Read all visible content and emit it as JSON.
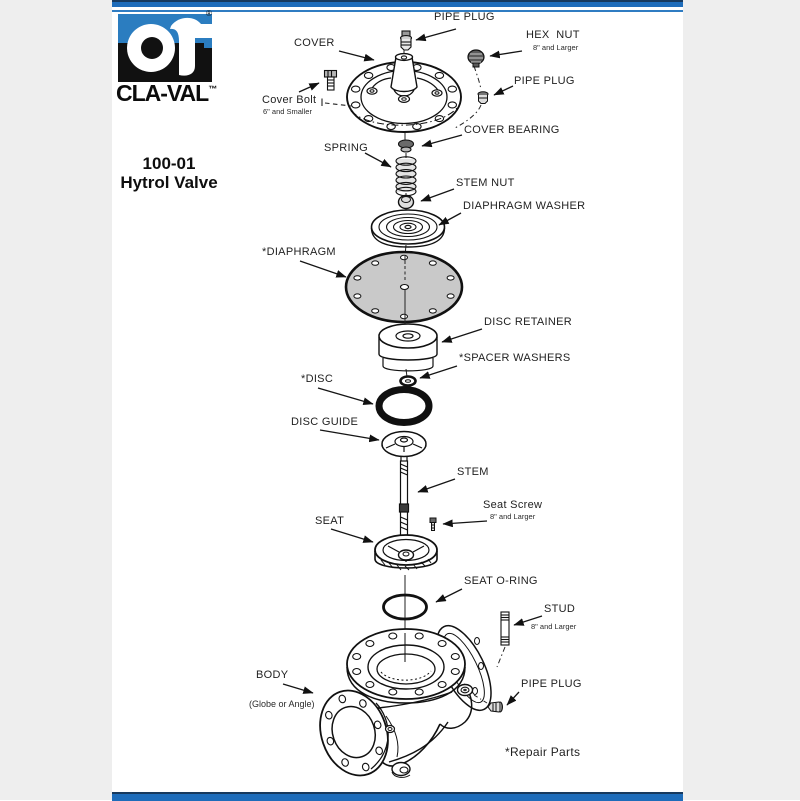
{
  "product": {
    "code": "100-01",
    "name": "Hytrol Valve",
    "title": "100-01 Hytrol Valve"
  },
  "brand": {
    "name": "CLA-VAL",
    "tm": "™",
    "reg": "®"
  },
  "colors": {
    "bar_blue": "#1e6cba",
    "bar_navy": "#17395e",
    "logo_blue": "#2b7dc0",
    "logo_black": "#111111",
    "diaphragm_gray": "#c9c9c9",
    "line": "#1a1a1a",
    "margin_gray": "#eeeeee",
    "page_bg": "#ffffff"
  },
  "labels": [
    {
      "id": "pipe-plug-top",
      "text": "PIPE PLUG"
    },
    {
      "id": "cover",
      "text": "COVER"
    },
    {
      "id": "hex-nut",
      "text": "HEX  NUT",
      "sub": "8\" and Larger"
    },
    {
      "id": "pipe-plug-upper-right",
      "text": "PIPE PLUG"
    },
    {
      "id": "cover-bolt",
      "text": "Cover Bolt",
      "sub": "6\" and Smaller"
    },
    {
      "id": "cover-bearing",
      "text": "COVER BEARING"
    },
    {
      "id": "spring",
      "text": "SPRING"
    },
    {
      "id": "stem-nut",
      "text": "STEM NUT"
    },
    {
      "id": "diaphragm-washer",
      "text": "DIAPHRAGM WASHER"
    },
    {
      "id": "diaphragm",
      "text": "*DIAPHRAGM"
    },
    {
      "id": "disc-retainer",
      "text": "DISC RETAINER"
    },
    {
      "id": "spacer-washers",
      "text": "*SPACER WASHERS"
    },
    {
      "id": "disc",
      "text": "*DISC"
    },
    {
      "id": "disc-guide",
      "text": "DISC GUIDE"
    },
    {
      "id": "stem",
      "text": "STEM"
    },
    {
      "id": "seat-screw",
      "text": "Seat Screw",
      "sub": "8\" and Larger"
    },
    {
      "id": "seat",
      "text": "SEAT"
    },
    {
      "id": "seat-o-ring",
      "text": "SEAT O-RING"
    },
    {
      "id": "stud",
      "text": "STUD",
      "sub": "8\" and Larger"
    },
    {
      "id": "body",
      "text": "BODY",
      "sub": "(Globe or Angle)"
    },
    {
      "id": "pipe-plug-bottom",
      "text": "PIPE PLUG"
    },
    {
      "id": "repair-parts",
      "text": "*Repair Parts"
    }
  ]
}
